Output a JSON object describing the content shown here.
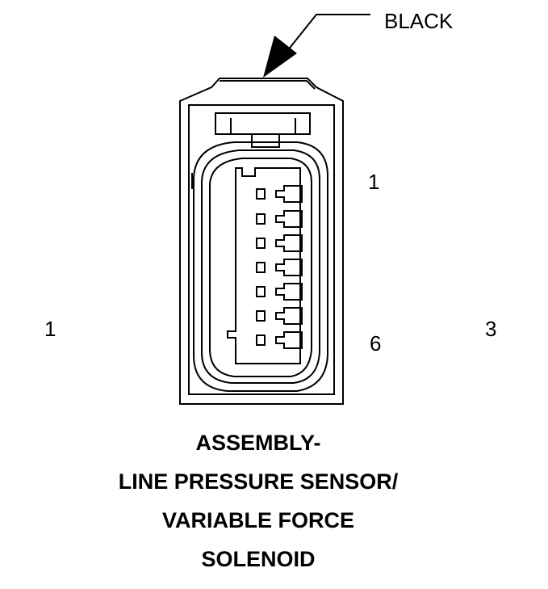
{
  "callout": {
    "color_label": "BLACK"
  },
  "pin_labels": {
    "top_pin": "1",
    "bottom_pin": "6"
  },
  "side_labels": {
    "left": "1",
    "right": "3"
  },
  "caption": {
    "line1": "ASSEMBLY-",
    "line2": "LINE PRESSURE SENSOR/",
    "line3": "VARIABLE FORCE",
    "line4": "SOLENOID"
  },
  "connector": {
    "terminal_count": 7,
    "line_color": "#000000"
  }
}
